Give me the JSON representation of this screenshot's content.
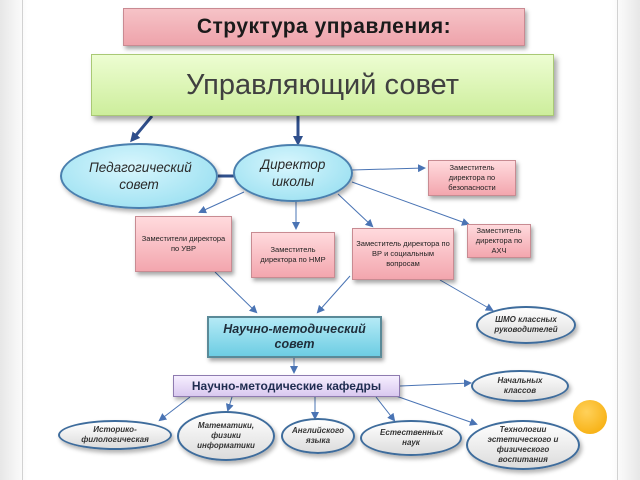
{
  "title": "Структура управления:",
  "council": "Управляющий совет",
  "ped_council": "Педагогический совет",
  "director": "Директор школы",
  "deputies": {
    "security": "Заместитель директора по безопасности",
    "ahch": "Заместитель директора по АХЧ",
    "uvr": "Заместители директора по УВР",
    "nmr": "Заместитель директора по НМР",
    "vr": "Заместитель директора по ВР и социальным вопросам"
  },
  "shmo": "ШМО классных руководителей",
  "nms": "Научно-методический совет",
  "departments": "Научно-методические кафедры",
  "primary": "Начальных классов",
  "kafedry": {
    "history": "Историко-филологическая",
    "math": "Математики, физики информатики",
    "english": "Английского языка",
    "science": "Естественных наук",
    "tech": "Технологии эстетического и физического воспитания"
  },
  "colors": {
    "arrow": "#4a74b4",
    "title_bg": "#f2b3ba",
    "council_bg": "#d8f3ae",
    "oval_blue": "#a9e4f2",
    "nms_bg": "#7fd3e6",
    "dept_bg": "#e3d5f4"
  }
}
